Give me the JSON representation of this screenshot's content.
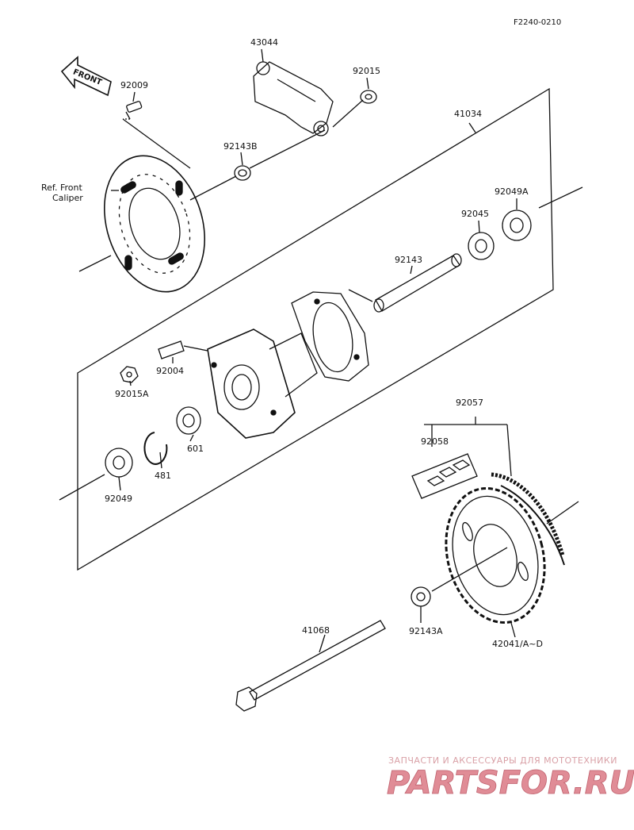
{
  "diagram_code": "F2240-0210",
  "front_arrow": "FRONT",
  "parts": {
    "p43044": "43044",
    "p92015": "92015",
    "p92009": "92009",
    "p41034": "41034",
    "p92143B": "92143B",
    "ref_front": "Ref. Front",
    "ref_caliper": "Caliper",
    "p92049A": "92049A",
    "p92045": "92045",
    "p92143": "92143",
    "p92004": "92004",
    "p92015A": "92015A",
    "p601": "601",
    "p481": "481",
    "p92049": "92049",
    "p92057": "92057",
    "p92058": "92058",
    "p92143A": "92143A",
    "p41068": "41068",
    "p42041": "42041/A~D"
  },
  "watermark": {
    "tagline": "ЗАПЧАСТИ И АКСЕССУАРЫ ДЛЯ МОТОТЕХНИКИ",
    "brand": "PARTSFOR.RU"
  }
}
